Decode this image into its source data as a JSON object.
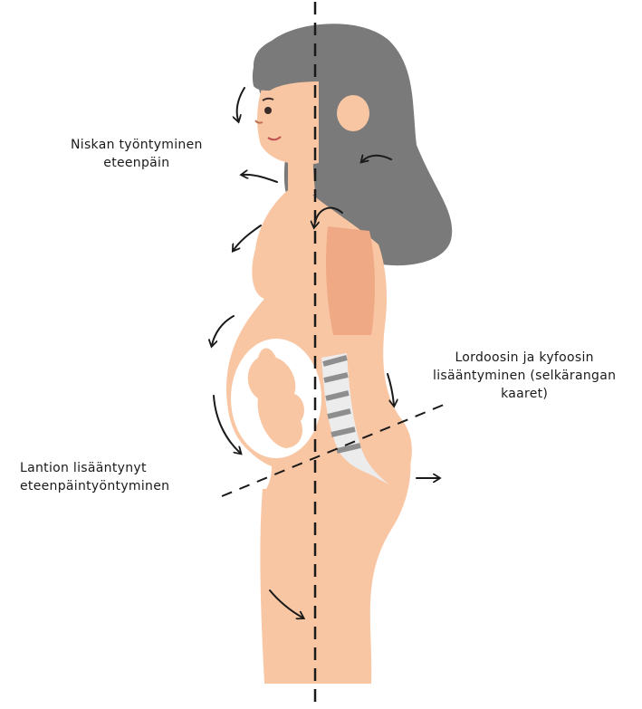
{
  "labels": {
    "neck": [
      "Niskan työntyminen",
      "eteenpäin"
    ],
    "pelvis": [
      "Lantion lisääntynyt",
      "eteenpäintyöntyminen"
    ],
    "spine": [
      "Lordoosin ja kyfoosin",
      "lisääntyminen (selkärangan",
      "kaaret)"
    ]
  },
  "colors": {
    "skin": "#F9C6A4",
    "skin_shadow": "#F0A985",
    "hair": "#7A7A7A",
    "spine_stripe": "#8E8E8E",
    "line": "#1A1A1A"
  }
}
